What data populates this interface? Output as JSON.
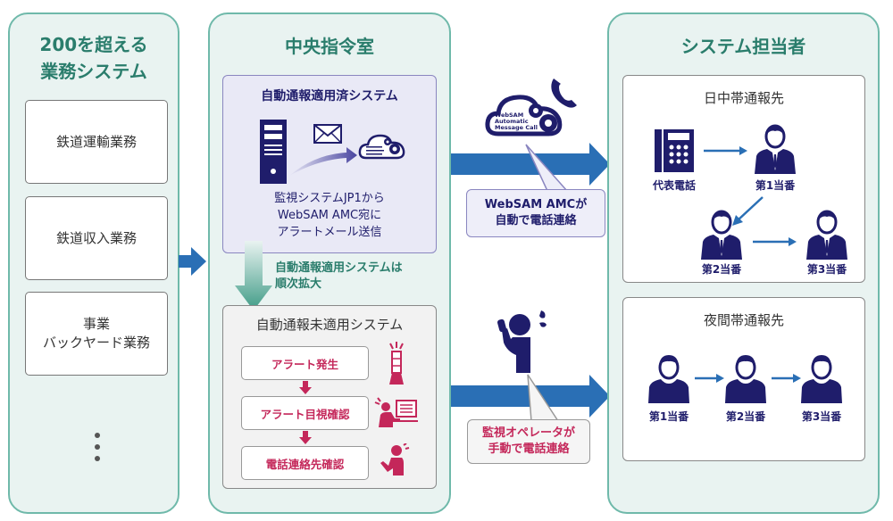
{
  "panels": {
    "business_systems": {
      "title": "200を超える\n業務システム",
      "title_line1": "200を超える",
      "title_line2": "業務システム",
      "systems": [
        {
          "label": "鉄道運輸業務"
        },
        {
          "label": "鉄道収入業務"
        },
        {
          "label": "事業\nバックヤード業務"
        }
      ],
      "more_indicator": "⋮"
    },
    "central_command": {
      "title": "中央指令室",
      "auto_system": {
        "title": "自動通報適用済システム",
        "description": "監視システムJP1から\nWebSAM AMC宛に\nアラートメール送信",
        "icons": [
          "server-icon",
          "mail-icon",
          "websam-cloud-icon"
        ]
      },
      "expansion_note": "自動通報適用システムは\n順次拡大",
      "manual_system": {
        "title": "自動通報未適用システム",
        "steps": [
          {
            "label": "アラート発生",
            "icon": "signal-tower-icon"
          },
          {
            "label": "アラート目視確認",
            "icon": "operator-monitor-icon"
          },
          {
            "label": "電話連絡先確認",
            "icon": "operator-checking-icon"
          }
        ]
      }
    },
    "flows": {
      "automatic": {
        "cloud_label": "WebSAM\nAutomatic\nMessage Call",
        "callout": "WebSAM AMCが\n自動で電話連絡"
      },
      "manual": {
        "callout": "監視オペレータが\n手動で電話連絡"
      }
    },
    "system_staff": {
      "title": "システム担当者",
      "daytime": {
        "title": "日中帯通報先",
        "nodes": [
          {
            "label": "代表電話",
            "icon": "desk-phone-icon"
          },
          {
            "label": "第1当番",
            "icon": "person-icon"
          },
          {
            "label": "第2当番",
            "icon": "person-icon"
          },
          {
            "label": "第3当番",
            "icon": "person-icon"
          }
        ]
      },
      "nighttime": {
        "title": "夜間帯通報先",
        "nodes": [
          {
            "label": "第1当番",
            "icon": "person-icon"
          },
          {
            "label": "第2当番",
            "icon": "person-icon"
          },
          {
            "label": "第3当番",
            "icon": "person-icon"
          }
        ]
      }
    }
  },
  "colors": {
    "teal_title": "#2a7d6c",
    "panel_bg": "#e9f3f1",
    "panel_border": "#6fb9aa",
    "navy": "#1f1d6b",
    "flow_blue": "#2a6fb5",
    "alert_red": "#c4275a"
  }
}
